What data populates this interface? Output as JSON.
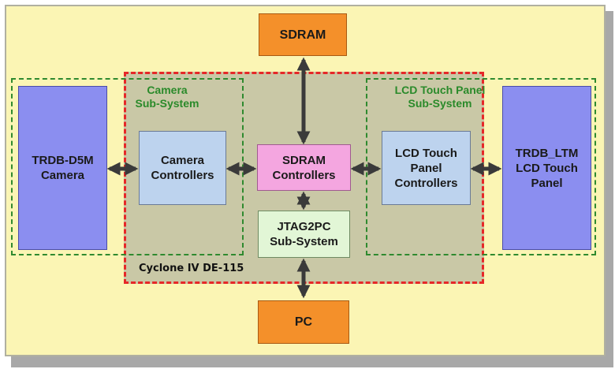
{
  "blocks": {
    "sdram": "SDRAM",
    "pc": "PC",
    "camera": "TRDB-D5M\nCamera",
    "camera_controllers": "Camera\nControllers",
    "sdram_controllers": "SDRAM\nControllers",
    "jtag": "JTAG2PC\nSub-System",
    "lcd_controllers": "LCD Touch\nPanel\nControllers",
    "ltm_panel": "TRDB_LTM\nLCD Touch\nPanel"
  },
  "regions": {
    "camera_subsystem": "Camera\nSub-System",
    "lcd_subsystem": "LCD Touch Panel\nSub-System",
    "fpga": "Cyclone IV DE-115"
  },
  "colors": {
    "board": "#fbf5b4",
    "fpga_area": "#c9c8a6",
    "fpga_border": "#e62828",
    "subsystem_border": "#2f8a2f",
    "memory_block": "#f4902a",
    "device_block": "#8b8ef0",
    "controller_block": "#bdd3ee",
    "sdram_controller_block": "#f4a6e0",
    "jtag_block": "#e2f6d6",
    "arrow": "#3a3a3a"
  }
}
